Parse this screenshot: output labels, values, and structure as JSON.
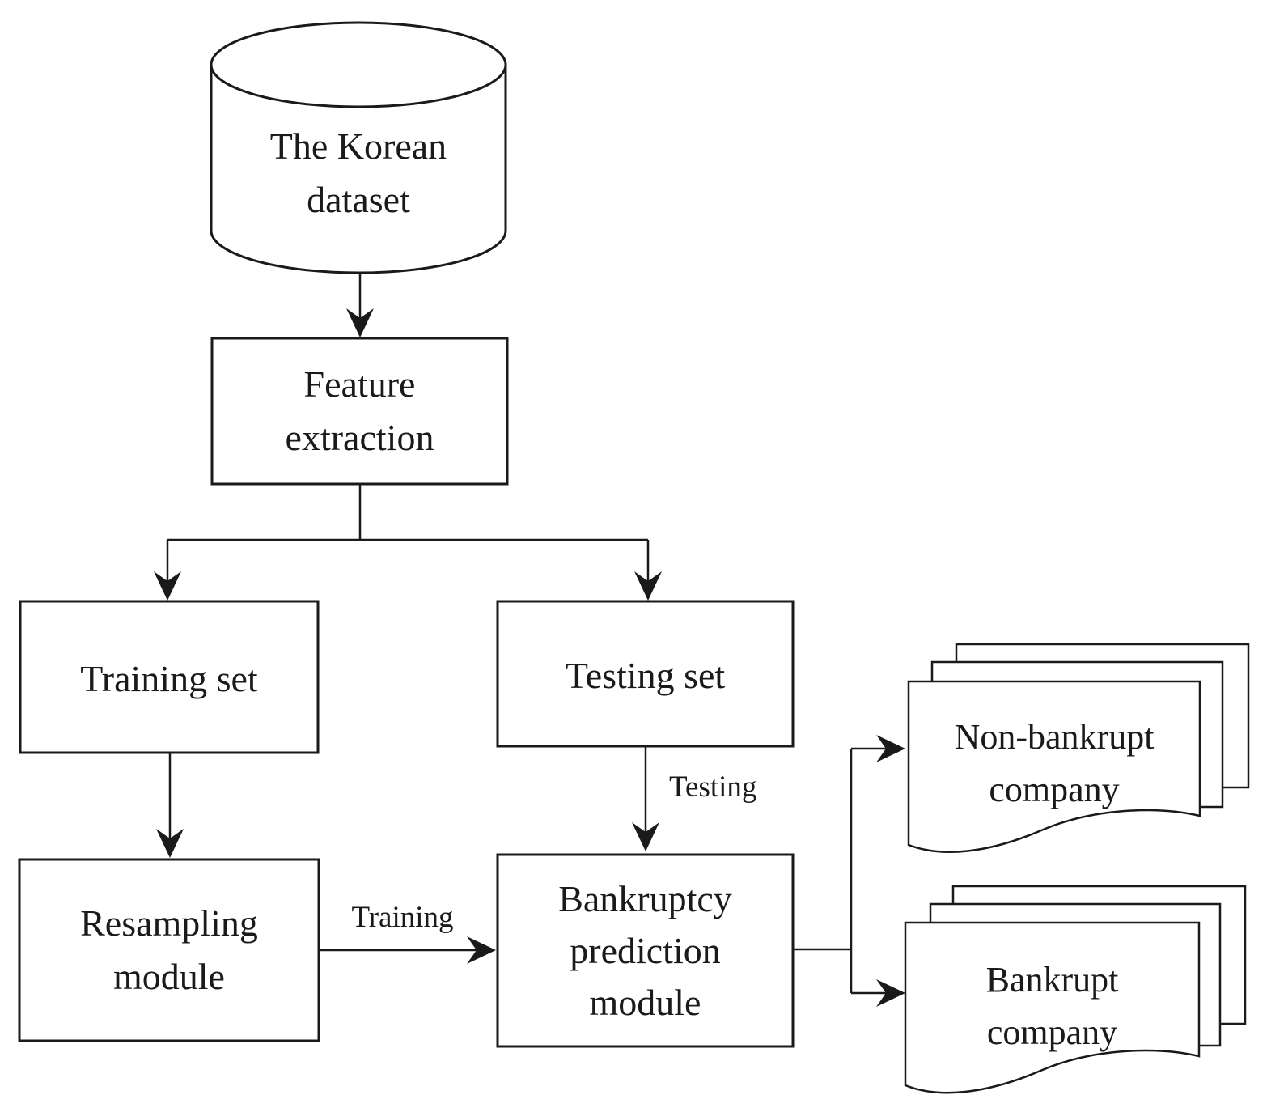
{
  "diagram": {
    "colors": {
      "stroke": "#1a1a1a",
      "fill": "#ffffff",
      "text": "#1a1a1a"
    },
    "nodes": {
      "dataset": {
        "shape": "database-cylinder",
        "lines": [
          "The Korean",
          "dataset"
        ]
      },
      "feature_extraction": {
        "shape": "rectangle",
        "lines": [
          "Feature",
          "extraction"
        ]
      },
      "training_set": {
        "shape": "rectangle",
        "lines": [
          "Training set"
        ]
      },
      "testing_set": {
        "shape": "rectangle",
        "lines": [
          "Testing set"
        ]
      },
      "resampling_module": {
        "shape": "rectangle",
        "lines": [
          "Resampling",
          "module"
        ]
      },
      "bankruptcy_prediction_module": {
        "shape": "rectangle",
        "lines": [
          "Bankruptcy",
          "prediction",
          "module"
        ]
      },
      "non_bankrupt_company": {
        "shape": "document-stack",
        "lines": [
          "Non-bankrupt",
          "company"
        ]
      },
      "bankrupt_company": {
        "shape": "document-stack",
        "lines": [
          "Bankrupt",
          "company"
        ]
      }
    },
    "edge_labels": {
      "training": "Training",
      "testing": "Testing"
    }
  }
}
